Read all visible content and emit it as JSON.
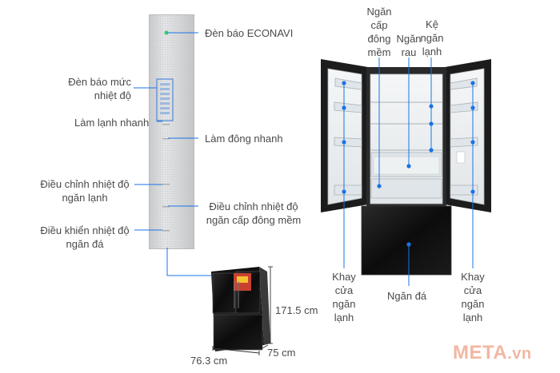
{
  "panel_labels": {
    "econavi": "Đèn báo ECONAVI",
    "temp_indicator_line1": "Đèn báo mức",
    "temp_indicator_line2": "nhiệt độ",
    "quick_cool": "Làm lạnh nhanh",
    "quick_freeze": "Làm đông nhanh",
    "adjust_fridge_line1": "Điều chỉnh nhiệt độ",
    "adjust_fridge_line2": "ngăn lạnh",
    "adjust_softfreeze_line1": "Điều chỉnh nhiệt độ",
    "adjust_softfreeze_line2": "ngăn cấp đông mềm",
    "ice_control_line1": "Điều khiển nhiệt độ",
    "ice_control_line2": "ngăn đá"
  },
  "dimensions": {
    "height": "171.5 cm",
    "depth": "75 cm",
    "width": "76.3 cm"
  },
  "fridge_labels": {
    "soft_freeze": [
      "Ngăn",
      "cấp",
      "đông",
      "mềm"
    ],
    "vegetable": [
      "Ngăn",
      "rau"
    ],
    "cold_shelf": [
      "Kệ",
      "ngăn",
      "lạnh"
    ],
    "left_door_tray": [
      "Khay",
      "cửa",
      "ngăn",
      "lạnh"
    ],
    "right_door_tray": [
      "Khay",
      "cửa",
      "ngăn",
      "lạnh"
    ],
    "ice": "Ngăn đá"
  },
  "brand": {
    "name": "META",
    "suffix": ".vn"
  },
  "colors": {
    "leader_line": "#1a73e8",
    "dot": "#1a73e8",
    "led_green": "#2ed16a",
    "brand": "#f2b7a3"
  }
}
